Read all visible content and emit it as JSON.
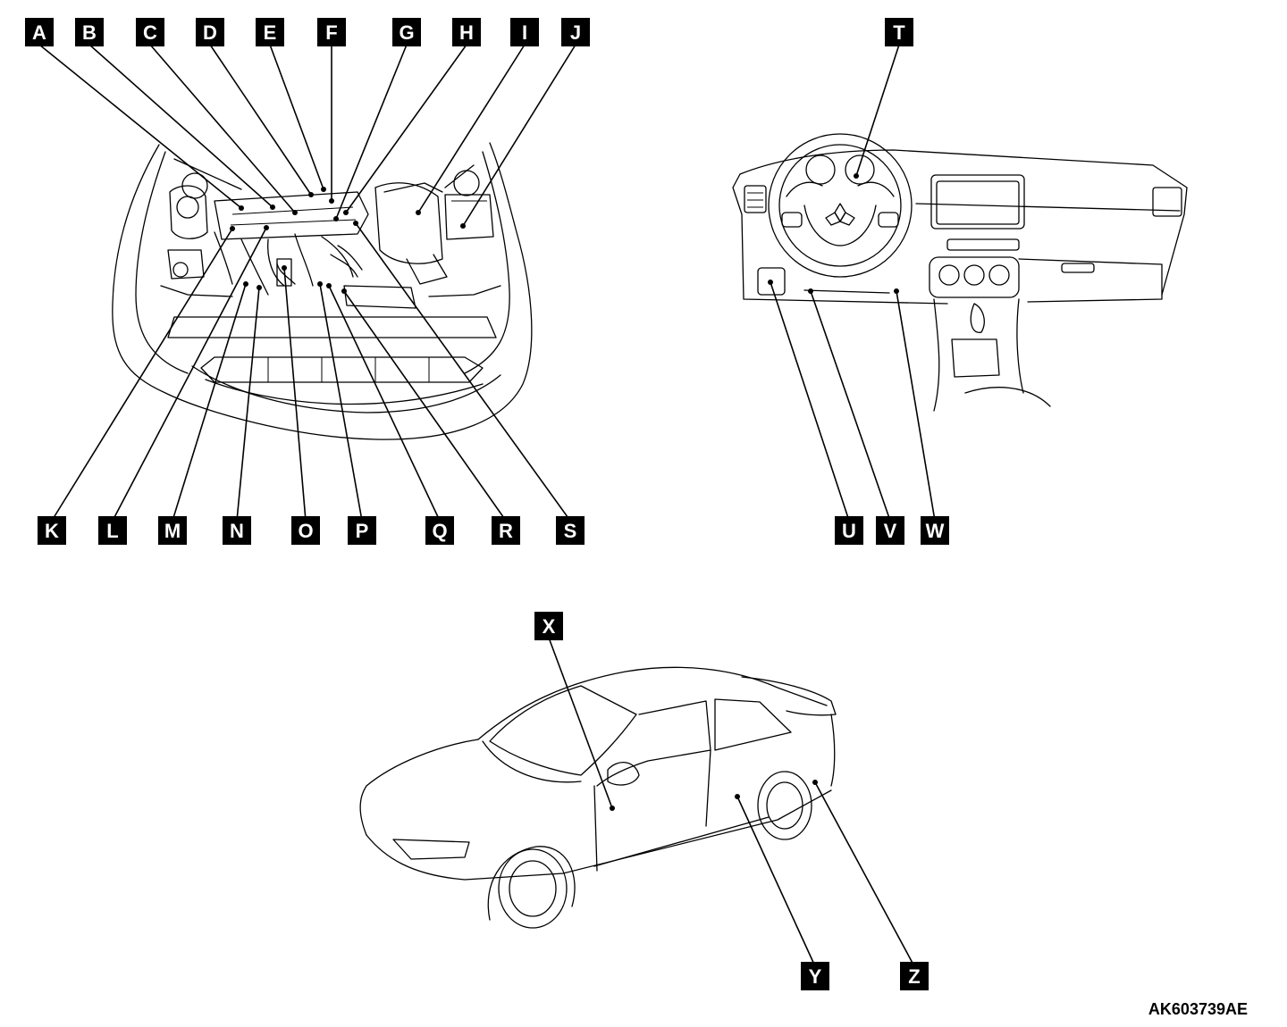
{
  "callouts": [
    {
      "id": "A",
      "label": "A"
    },
    {
      "id": "B",
      "label": "B"
    },
    {
      "id": "C",
      "label": "C"
    },
    {
      "id": "D",
      "label": "D"
    },
    {
      "id": "E",
      "label": "E"
    },
    {
      "id": "F",
      "label": "F"
    },
    {
      "id": "G",
      "label": "G"
    },
    {
      "id": "H",
      "label": "H"
    },
    {
      "id": "I",
      "label": "I"
    },
    {
      "id": "J",
      "label": "J"
    },
    {
      "id": "K",
      "label": "K"
    },
    {
      "id": "L",
      "label": "L"
    },
    {
      "id": "M",
      "label": "M"
    },
    {
      "id": "N",
      "label": "N"
    },
    {
      "id": "O",
      "label": "O"
    },
    {
      "id": "P",
      "label": "P"
    },
    {
      "id": "Q",
      "label": "Q"
    },
    {
      "id": "R",
      "label": "R"
    },
    {
      "id": "S",
      "label": "S"
    },
    {
      "id": "T",
      "label": "T"
    },
    {
      "id": "U",
      "label": "U"
    },
    {
      "id": "V",
      "label": "V"
    },
    {
      "id": "W",
      "label": "W"
    },
    {
      "id": "X",
      "label": "X"
    },
    {
      "id": "Y",
      "label": "Y"
    },
    {
      "id": "Z",
      "label": "Z"
    }
  ],
  "document_code": "AK603739AE"
}
